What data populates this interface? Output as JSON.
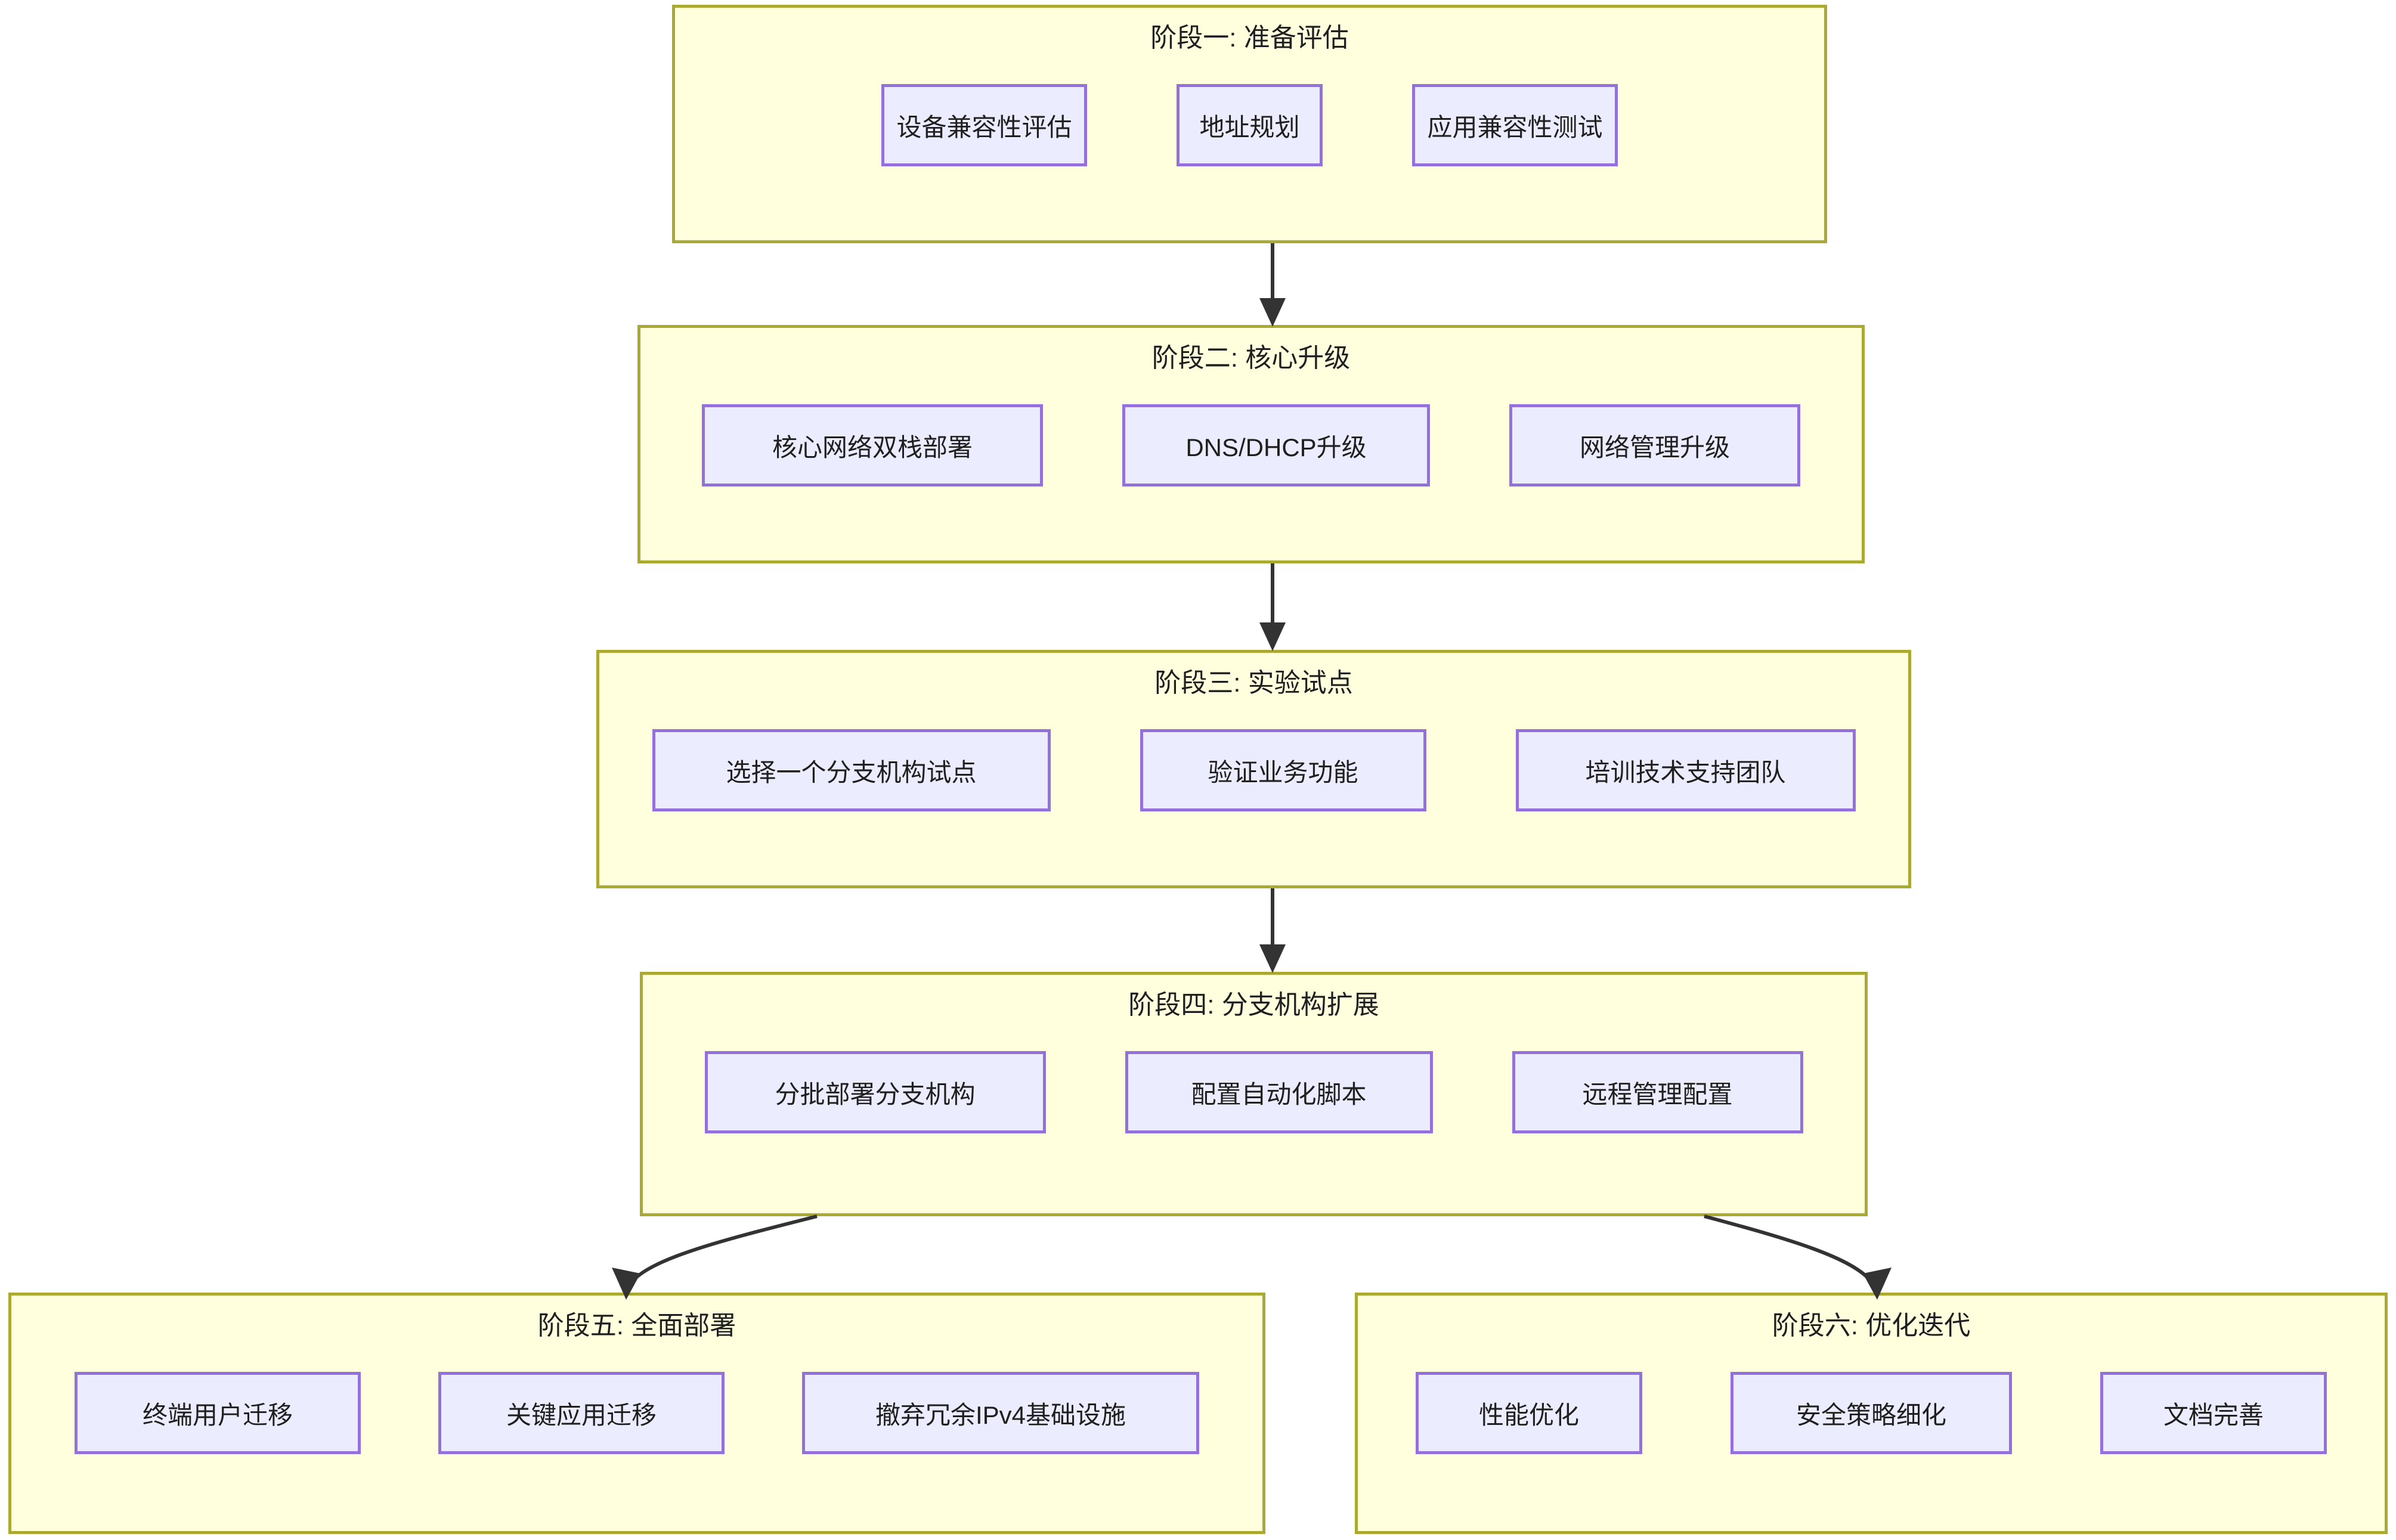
{
  "diagram": {
    "kind": "flowchart",
    "direction": "top-to-bottom",
    "colors": {
      "phase_fill": "#ffffde",
      "phase_border": "#aaaa33",
      "node_fill": "#ececff",
      "node_border": "#9370db",
      "edge": "#333333",
      "text": "#1f1f1f",
      "canvas": "#ffffff"
    },
    "phases": [
      {
        "id": "phase1",
        "title": "阶段一: 准备评估",
        "nodes": [
          {
            "label": "设备兼容性评估"
          },
          {
            "label": "地址规划"
          },
          {
            "label": "应用兼容性测试"
          }
        ]
      },
      {
        "id": "phase2",
        "title": "阶段二: 核心升级",
        "nodes": [
          {
            "label": "核心网络双栈部署"
          },
          {
            "label": "DNS/DHCP升级"
          },
          {
            "label": "网络管理升级"
          }
        ]
      },
      {
        "id": "phase3",
        "title": "阶段三: 实验试点",
        "nodes": [
          {
            "label": "选择一个分支机构试点"
          },
          {
            "label": "验证业务功能"
          },
          {
            "label": "培训技术支持团队"
          }
        ]
      },
      {
        "id": "phase4",
        "title": "阶段四: 分支机构扩展",
        "nodes": [
          {
            "label": "分批部署分支机构"
          },
          {
            "label": "配置自动化脚本"
          },
          {
            "label": "远程管理配置"
          }
        ]
      },
      {
        "id": "phase5",
        "title": "阶段五: 全面部署",
        "nodes": [
          {
            "label": "终端用户迁移"
          },
          {
            "label": "关键应用迁移"
          },
          {
            "label": "撤弃冗余IPv4基础设施"
          }
        ]
      },
      {
        "id": "phase6",
        "title": "阶段六: 优化迭代",
        "nodes": [
          {
            "label": "性能优化"
          },
          {
            "label": "安全策略细化"
          },
          {
            "label": "文档完善"
          }
        ]
      }
    ],
    "edges": [
      {
        "from": "phase1",
        "to": "phase2",
        "style": "straight-down",
        "arrowhead": "filled-triangle"
      },
      {
        "from": "phase2",
        "to": "phase3",
        "style": "straight-down",
        "arrowhead": "filled-triangle"
      },
      {
        "from": "phase3",
        "to": "phase4",
        "style": "straight-down",
        "arrowhead": "filled-triangle"
      },
      {
        "from": "phase4",
        "to": "phase5",
        "style": "curve-left",
        "arrowhead": "filled-triangle"
      },
      {
        "from": "phase4",
        "to": "phase6",
        "style": "curve-right",
        "arrowhead": "filled-triangle"
      }
    ]
  }
}
